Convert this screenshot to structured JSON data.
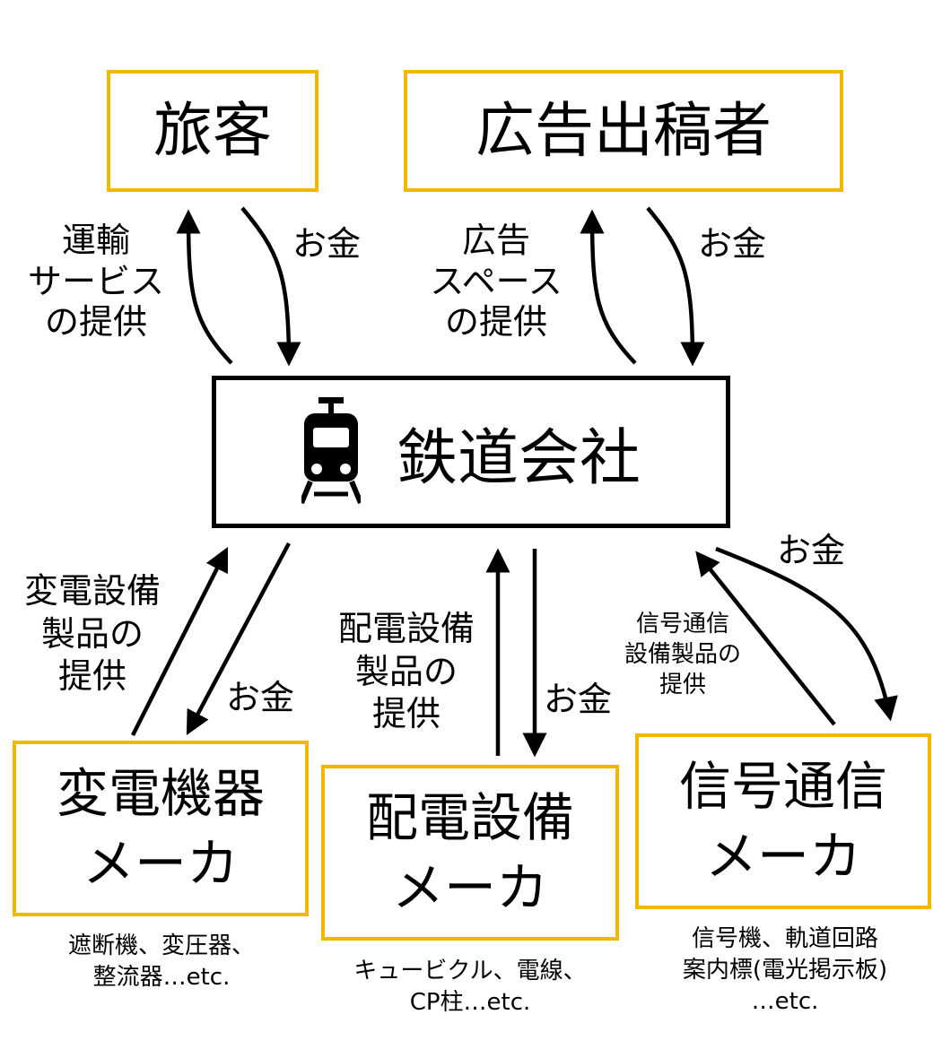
{
  "top_boxes": {
    "passenger": "旅客",
    "advertiser": "広告出稿者"
  },
  "railway": {
    "label": "鉄道会社",
    "icon": "train-icon"
  },
  "bottom_boxes": {
    "substation_maker_line1": "変電機器",
    "substation_maker_line2": "メーカ",
    "distribution_maker_line1": "配電設備",
    "distribution_maker_line2": "メーカ",
    "signal_maker_line1": "信号通信",
    "signal_maker_line2": "メーカ"
  },
  "flows": {
    "passenger_service": [
      "運輸",
      "サービス",
      "の提供"
    ],
    "passenger_money": "お金",
    "ad_space": [
      "広告",
      "スペース",
      "の提供"
    ],
    "ad_money": "お金",
    "substation_products": [
      "変電設備",
      "製品の",
      "提供"
    ],
    "substation_money": "お金",
    "distribution_products": [
      "配電設備",
      "製品の",
      "提供"
    ],
    "distribution_money": "お金",
    "signal_products": [
      "信号通信",
      "設備製品の",
      "提供"
    ],
    "signal_money": "お金"
  },
  "examples": {
    "substation": [
      "遮断機、変圧器、",
      "整流器…etc."
    ],
    "distribution": [
      "キュービクル、電線、",
      "CP柱…etc."
    ],
    "signal": [
      "信号機、軌道回路",
      "案内標(電光掲示板)",
      "…etc."
    ]
  },
  "colors": {
    "box_border_accent": "#f2b800",
    "box_border_main": "#000000",
    "arrow": "#000000"
  }
}
